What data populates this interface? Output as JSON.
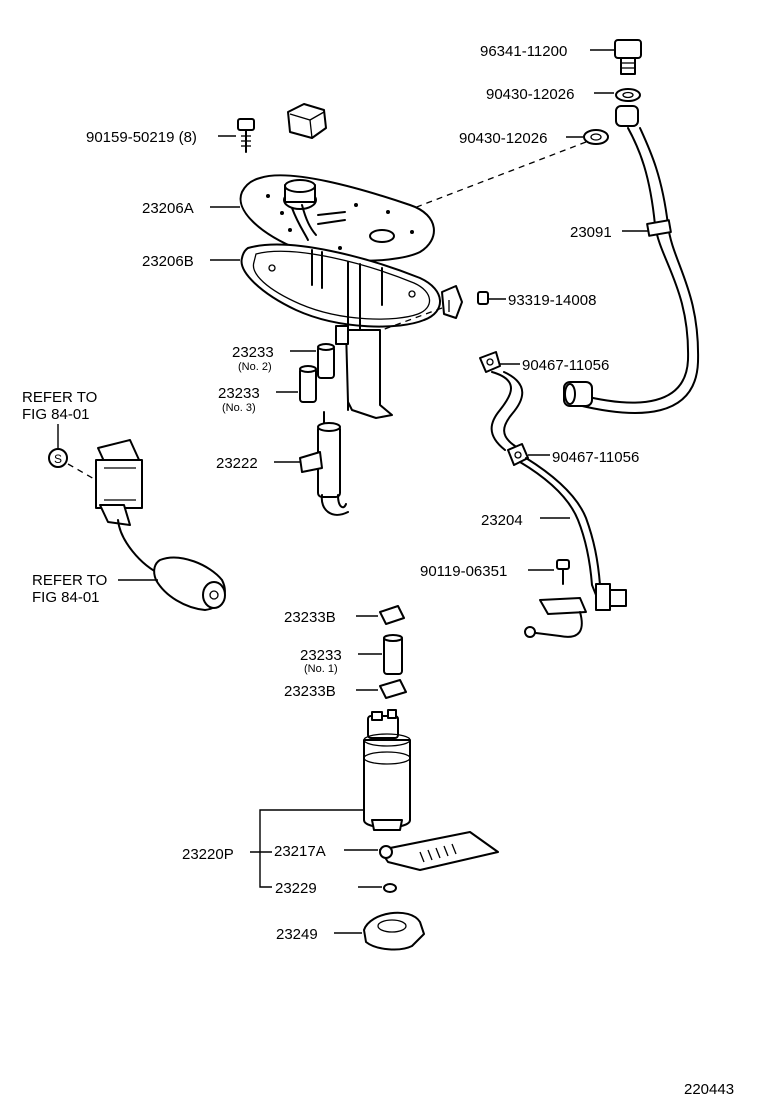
{
  "diagram": {
    "figure_number": "220443",
    "labels": {
      "p96341": "96341-11200",
      "p90430a": "90430-12026",
      "p90430b": "90430-12026",
      "p90159": "90159-50219 (8)",
      "p23206a": "23206A",
      "p23206b": "23206B",
      "p23091": "23091",
      "p93319": "93319-14008",
      "p23233n2": "23233",
      "p23233n2_sub": "(No. 2)",
      "p23233n3": "23233",
      "p23233n3_sub": "(No. 3)",
      "p90467a": "90467-11056",
      "p90467b": "90467-11056",
      "p23222": "23222",
      "p23204": "23204",
      "p90119": "90119-06351",
      "refer1_line1": "REFER TO",
      "refer1_line2": "FIG 84-01",
      "refer2_line1": "REFER TO",
      "refer2_line2": "FIG 84-01",
      "symbol_s": "S",
      "p23233b_top": "23233B",
      "p23233n1": "23233",
      "p23233n1_sub": "(No. 1)",
      "p23233b_bottom": "23233B",
      "p23220p": "23220P",
      "p23217a": "23217A",
      "p23229": "23229",
      "p23249": "23249"
    }
  }
}
